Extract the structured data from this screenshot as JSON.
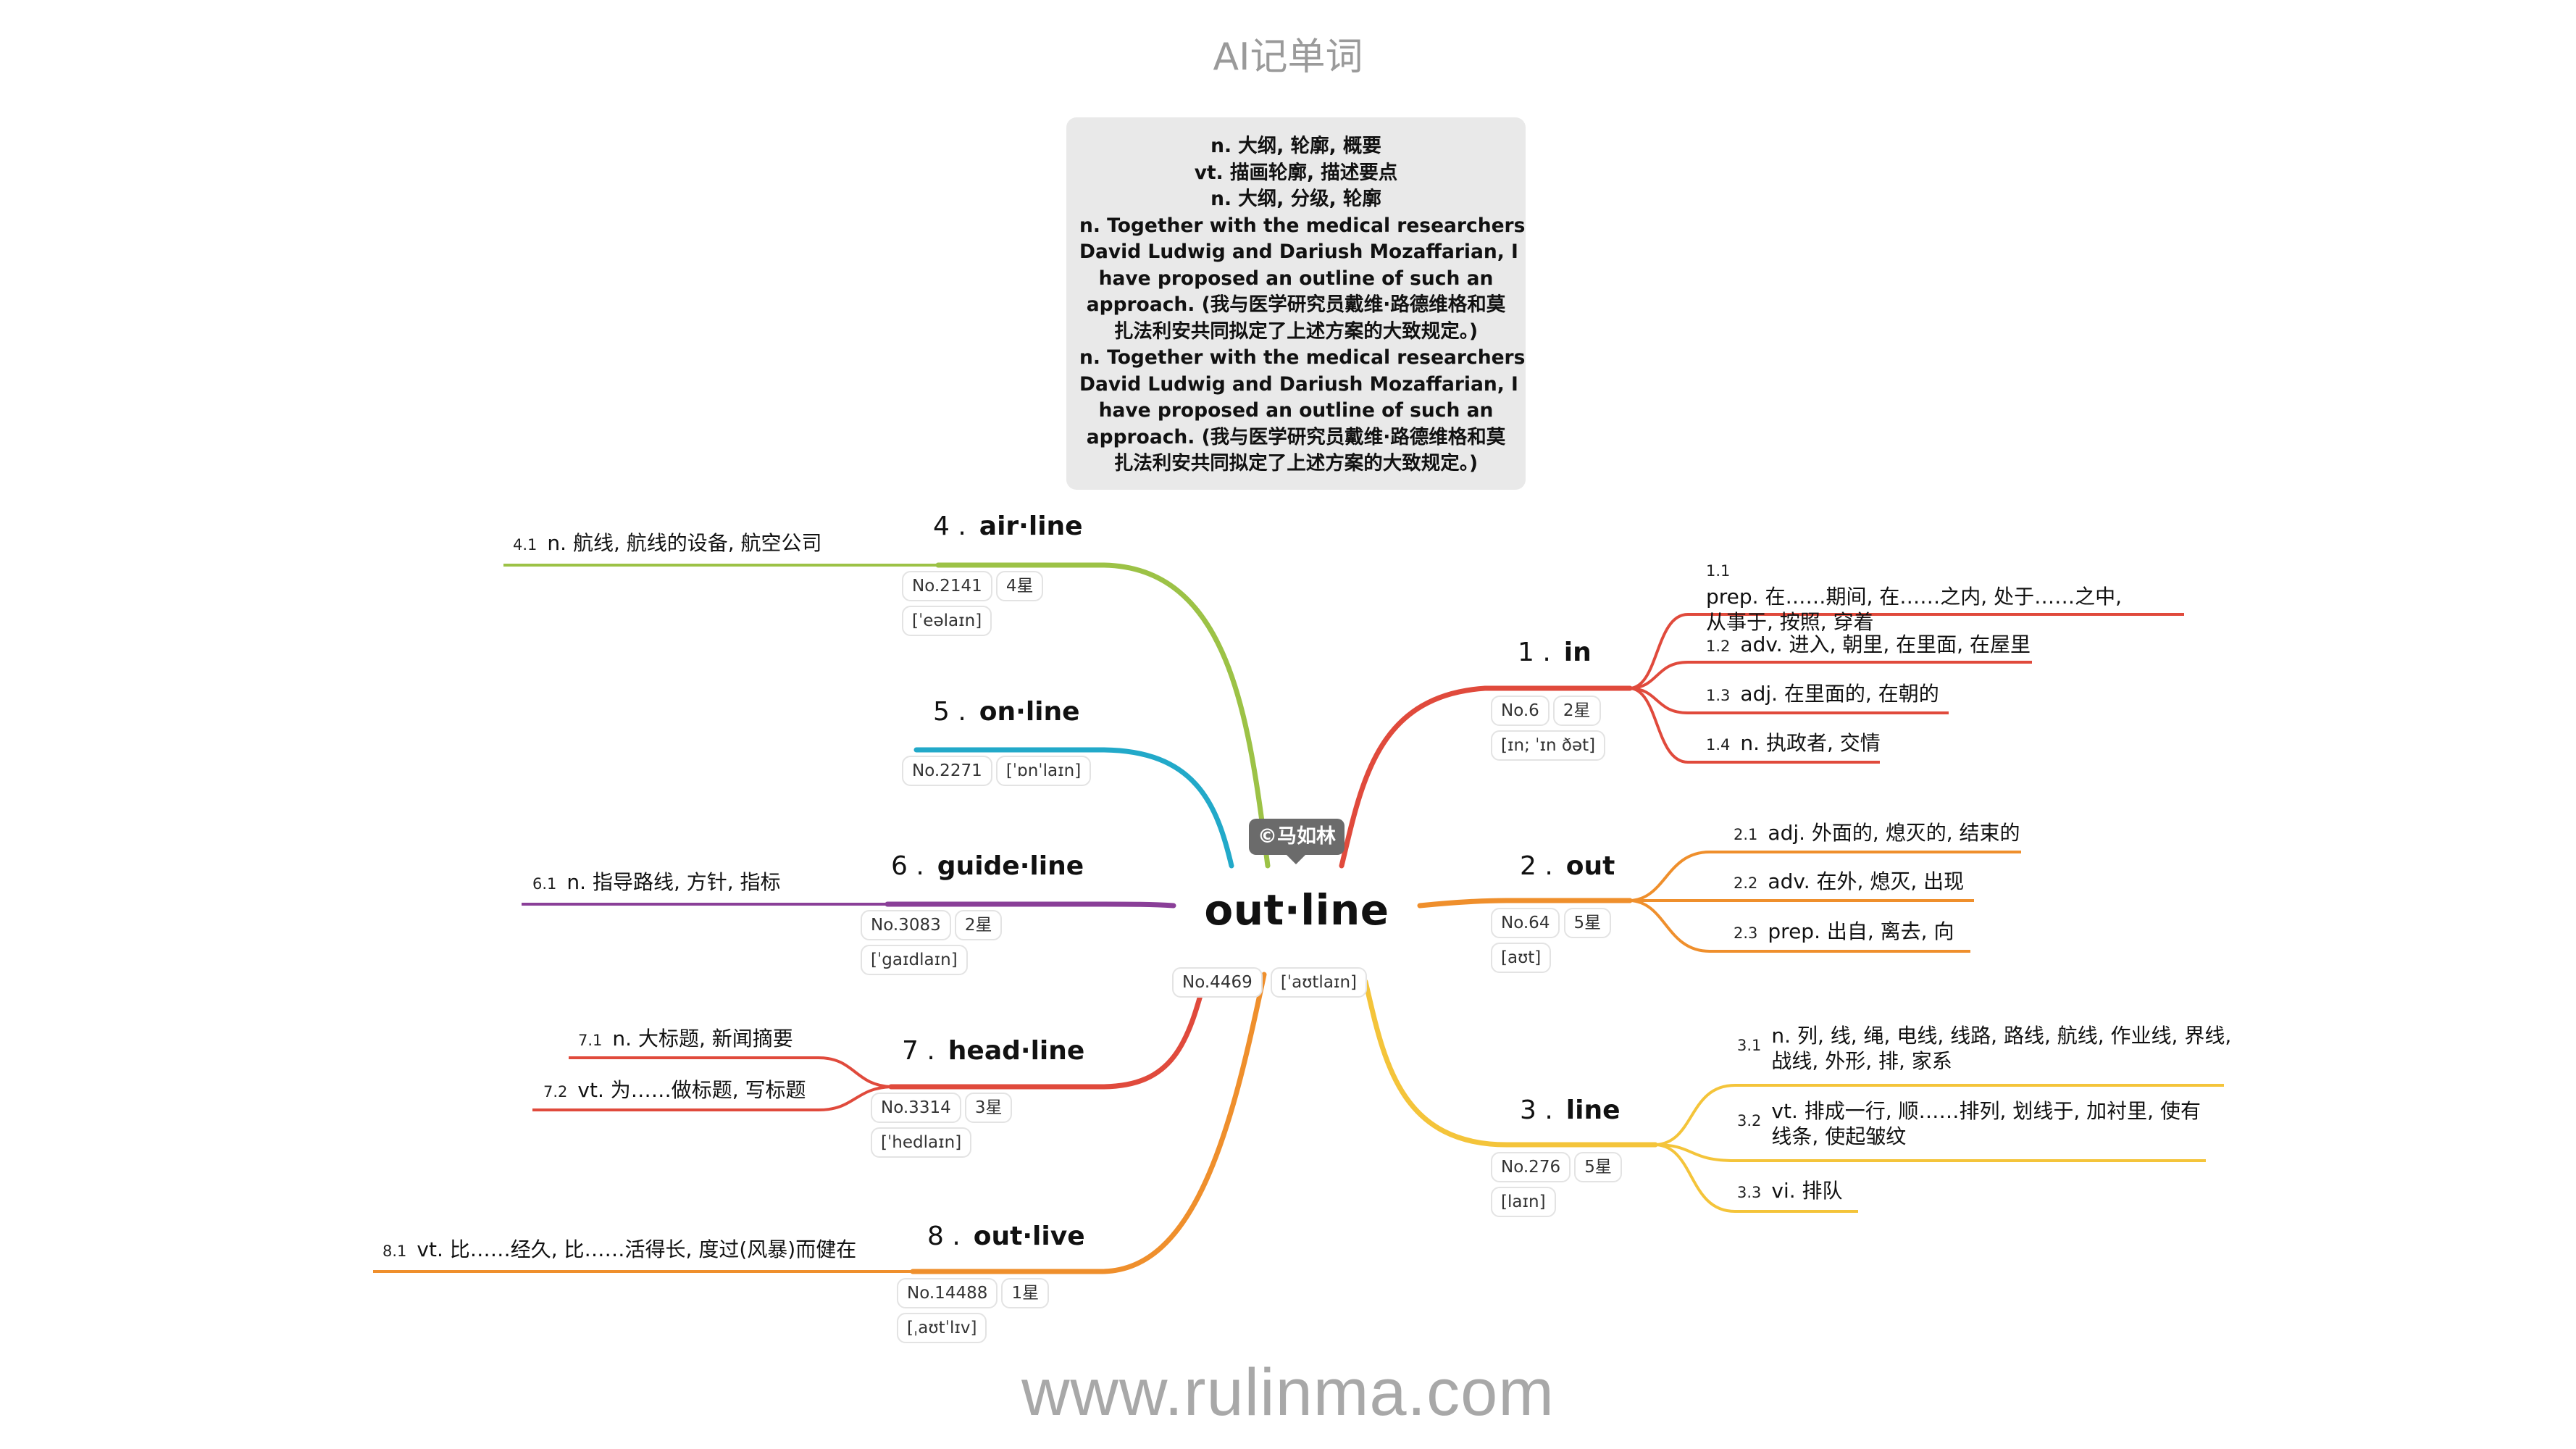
{
  "header": {
    "title": "AI记单词"
  },
  "footer": {
    "url": "www.rulinma.com"
  },
  "definition_box": {
    "lines": [
      "n. 大纲, 轮廓, 概要",
      "vt. 描画轮廓, 描述要点",
      "n. 大纲, 分级, 轮廓",
      "n. Together with the medical researchers",
      "David Ludwig and Dariush Mozaffarian, I",
      "have proposed an outline of such an",
      "approach. (我与医学研究员戴维·路德维格和莫",
      "扎法利安共同拟定了上述方案的大致规定。)",
      "n. Together with the medical researchers",
      "David Ludwig and Dariush Mozaffarian, I",
      "have proposed an outline of such an",
      "approach. (我与医学研究员戴维·路德维格和莫",
      "扎法利安共同拟定了上述方案的大致规定。)"
    ]
  },
  "central": {
    "word": "out·line",
    "credit": "©马如林",
    "no": "No.4469",
    "phonetic": "[ˈaʊtlaɪn]"
  },
  "colors": {
    "in": "#e04a3c",
    "out": "#ef8f2c",
    "line": "#f4c43a",
    "airline": "#9cc246",
    "online": "#22a9c9",
    "guideline": "#8a3f98",
    "headline": "#e04a3c",
    "outlive": "#ef8f2c"
  },
  "branches": {
    "in": {
      "num": "1 .",
      "word": "in",
      "no": "No.6",
      "stars": "2星",
      "phonetic": "[ɪn; ˈɪn ðət]",
      "senses": [
        {
          "n": "1.1",
          "text": "prep. 在……期间, 在……之内, 处于……之中, 从事于, 按照, 穿着"
        },
        {
          "n": "1.2",
          "text": "adv. 进入, 朝里, 在里面, 在屋里"
        },
        {
          "n": "1.3",
          "text": "adj. 在里面的, 在朝的"
        },
        {
          "n": "1.4",
          "text": "n. 执政者, 交情"
        }
      ]
    },
    "out": {
      "num": "2 .",
      "word": "out",
      "no": "No.64",
      "stars": "5星",
      "phonetic": "[aʊt]",
      "senses": [
        {
          "n": "2.1",
          "text": "adj. 外面的, 熄灭的, 结束的"
        },
        {
          "n": "2.2",
          "text": "adv. 在外, 熄灭, 出现"
        },
        {
          "n": "2.3",
          "text": "prep. 出自, 离去, 向"
        }
      ]
    },
    "line": {
      "num": "3 .",
      "word": "line",
      "no": "No.276",
      "stars": "5星",
      "phonetic": "[laɪn]",
      "senses": [
        {
          "n": "3.1",
          "text": "n. 列, 线, 绳, 电线, 线路, 路线, 航线, 作业线, 界线, 战线, 外形, 排, 家系"
        },
        {
          "n": "3.2",
          "text": "vt. 排成一行, 顺……排列, 划线于, 加衬里, 使有线条, 使起皱纹"
        },
        {
          "n": "3.3",
          "text": "vi. 排队"
        }
      ]
    },
    "airline": {
      "num": "4 .",
      "word": "air·line",
      "no": "No.2141",
      "stars": "4星",
      "phonetic": "[ˈeəlaɪn]",
      "senses": [
        {
          "n": "4.1",
          "text": "n. 航线, 航线的设备, 航空公司"
        }
      ]
    },
    "online": {
      "num": "5 .",
      "word": "on·line",
      "no": "No.2271",
      "phonetic": "[ˈɒnˈlaɪn]"
    },
    "guideline": {
      "num": "6 .",
      "word": "guide·line",
      "no": "No.3083",
      "stars": "2星",
      "phonetic": "[ˈgaɪdlaɪn]",
      "senses": [
        {
          "n": "6.1",
          "text": "n. 指导路线, 方针, 指标"
        }
      ]
    },
    "headline": {
      "num": "7 .",
      "word": "head·line",
      "no": "No.3314",
      "stars": "3星",
      "phonetic": "[ˈhedlaɪn]",
      "senses": [
        {
          "n": "7.1",
          "text": "n. 大标题, 新闻摘要"
        },
        {
          "n": "7.2",
          "text": "vt. 为……做标题, 写标题"
        }
      ]
    },
    "outlive": {
      "num": "8 .",
      "word": "out·live",
      "no": "No.14488",
      "stars": "1星",
      "phonetic": "[ˌaʊtˈlɪv]",
      "senses": [
        {
          "n": "8.1",
          "text": "vt. 比……经久, 比……活得长, 度过(风暴)而健在"
        }
      ]
    }
  }
}
